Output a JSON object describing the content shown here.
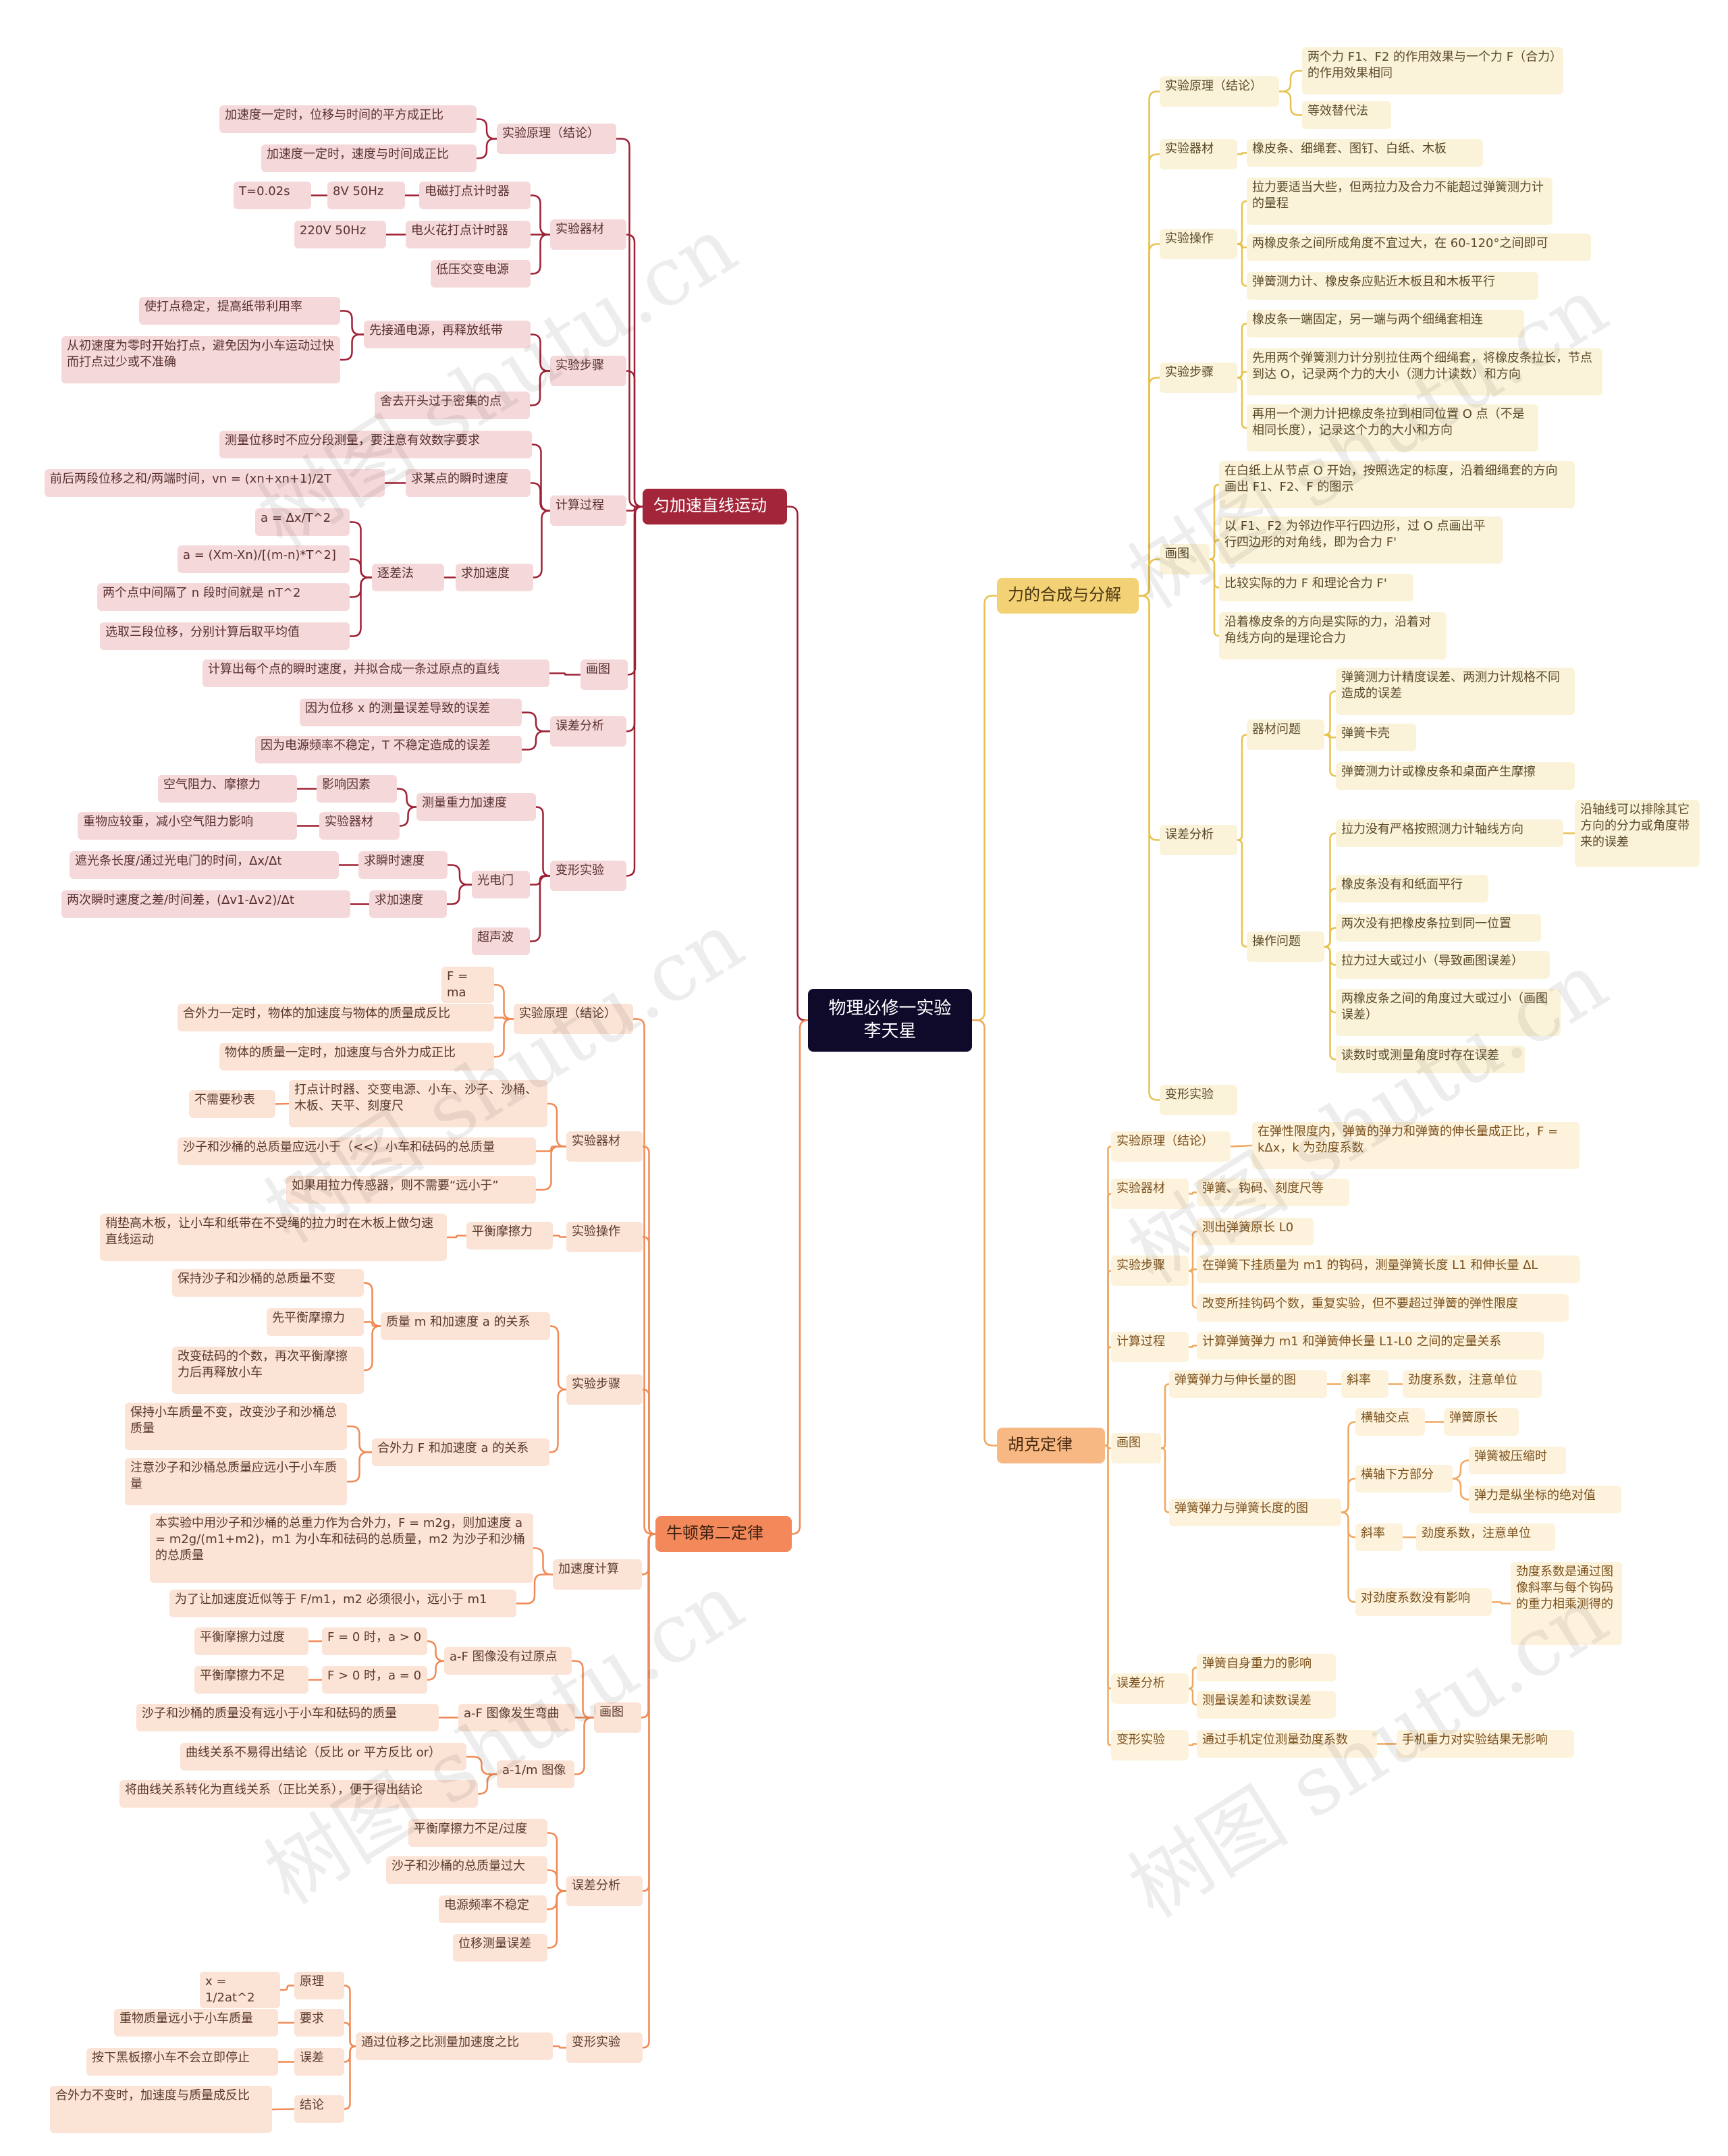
{
  "root": {
    "line1": "物理必修一实验",
    "line2": "李天星"
  },
  "watermark": "树图 shutu.cn",
  "b1": {
    "title": "匀加速直线运动",
    "s1": "实验原理（结论）",
    "s1a": "加速度一定时，位移与时间的平方成正比",
    "s1b": "加速度一定时，速度与时间成正比",
    "s2": "实验器材",
    "s2a": "电磁打点计时器",
    "s2a1": "8V 50Hz",
    "s2a2": "T=0.02s",
    "s2b": "电火花打点计时器",
    "s2b1": "220V 50Hz",
    "s2c": "低压交变电源",
    "s3": "实验步骤",
    "s3a": "先接通电源，再释放纸带",
    "s3a1": "使打点稳定，提高纸带利用率",
    "s3a2": "从初速度为零时开始打点，避免因为小车运动过快而打点过少或不准确",
    "s3b": "舍去开头过于密集的点",
    "s4": "计算过程",
    "s4a": "测量位移时不应分段测量，要注意有效数字要求",
    "s4b": "求某点的瞬时速度",
    "s4b1": "前后两段位移之和/两端时间，vn = (xn+xn+1)/2T",
    "s4c": "求加速度",
    "s4c1": "逐差法",
    "s4c1a": "a = Δx/T^2",
    "s4c1b": "a = (Xm-Xn)/[(m-n)*T^2]",
    "s4c1c": "两个点中间隔了 n 段时间就是 nT^2",
    "s4c1d": "选取三段位移，分别计算后取平均值",
    "s5": "画图",
    "s5a": "计算出每个点的瞬时速度，并拟合成一条过原点的直线",
    "s6": "误差分析",
    "s6a": "因为位移 x 的测量误差导致的误差",
    "s6b": "因为电源频率不稳定，T 不稳定造成的误差",
    "s7": "变形实验",
    "s7a": "测量重力加速度",
    "s7a1": "影响因素",
    "s7a1a": "空气阻力、摩擦力",
    "s7a2": "实验器材",
    "s7a2a": "重物应较重，减小空气阻力影响",
    "s7b": "光电门",
    "s7b1": "求瞬时速度",
    "s7b1a": "遮光条长度/通过光电门的时间，Δx/Δt",
    "s7b2": "求加速度",
    "s7b2a": "两次瞬时速度之差/时间差，(Δv1-Δv2)/Δt",
    "s7c": "超声波"
  },
  "b2": {
    "title": "牛顿第二定律",
    "s1": "实验原理（结论）",
    "s1a": "F = ma",
    "s1b": "合外力一定时，物体的加速度与物体的质量成反比",
    "s1c": "物体的质量一定时，加速度与合外力成正比",
    "s2": "实验器材",
    "s2a": "打点计时器、交变电源、小车、沙子、沙桶、木板、天平、刻度尺",
    "s2a1": "不需要秒表",
    "s2b": "沙子和沙桶的总质量应远小于（<<）小车和砝码的总质量",
    "s2c": "如果用拉力传感器，则不需要“远小于”",
    "s3": "实验操作",
    "s3a": "平衡摩擦力",
    "s3a1": "稍垫高木板，让小车和纸带在不受绳的拉力时在木板上做匀速直线运动",
    "s4": "实验步骤",
    "s4a": "质量 m 和加速度 a 的关系",
    "s4a1": "保持沙子和沙桶的总质量不变",
    "s4a2": "先平衡摩擦力",
    "s4a3": "改变砝码的个数，再次平衡摩擦力后再释放小车",
    "s4b": "合外力 F 和加速度 a 的关系",
    "s4b1": "保持小车质量不变，改变沙子和沙桶总质量",
    "s4b2": "注意沙子和沙桶总质量应远小于小车质量",
    "s5": "加速度计算",
    "s5a": "本实验中用沙子和沙桶的总重力作为合外力，F = m2g，则加速度 a = m2g/(m1+m2)，m1 为小车和砝码的总质量，m2 为沙子和沙桶的总质量",
    "s5b": "为了让加速度近似等于 F/m1，m2 必须很小，远小于 m1",
    "s6": "画图",
    "s6a": "a-F 图像没有过原点",
    "s6a1": "F = 0 时，a > 0",
    "s6a1a": "平衡摩擦力过度",
    "s6a2": "F > 0 时，a = 0",
    "s6a2a": "平衡摩擦力不足",
    "s6b": "a-F 图像发生弯曲",
    "s6b1": "沙子和沙桶的质量没有远小于小车和砝码的质量",
    "s6c": "a-1/m 图像",
    "s6c1": "曲线关系不易得出结论（反比 or 平方反比 or）",
    "s6c2": "将曲线关系转化为直线关系（正比关系），便于得出结论",
    "s7": "误差分析",
    "s7a": "平衡摩擦力不足/过度",
    "s7b": "沙子和沙桶的总质量过大",
    "s7c": "电源频率不稳定",
    "s7d": "位移测量误差",
    "s8": "变形实验",
    "s8a": "通过位移之比测量加速度之比",
    "s8a1": "原理",
    "s8a1a": "x = 1/2at^2",
    "s8a2": "要求",
    "s8a2a": "重物质量远小于小车质量",
    "s8a3": "误差",
    "s8a3a": "按下黑板擦小车不会立即停止",
    "s8a4": "结论",
    "s8a4a": "合外力不变时，加速度与质量成反比"
  },
  "b3": {
    "title": "力的合成与分解",
    "s1": "实验原理（结论）",
    "s1a": "两个力 F1、F2 的作用效果与一个力 F（合力）的作用效果相同",
    "s1b": "等效替代法",
    "s2": "实验器材",
    "s2a": "橡皮条、细绳套、图钉、白纸、木板",
    "s3": "实验操作",
    "s3a": "拉力要适当大些，但两拉力及合力不能超过弹簧测力计的量程",
    "s3b": "两橡皮条之间所成角度不宜过大，在 60-120°之间即可",
    "s3c": "弹簧测力计、橡皮条应贴近木板且和木板平行",
    "s4": "实验步骤",
    "s4a": "橡皮条一端固定，另一端与两个细绳套相连",
    "s4b": "先用两个弹簧测力计分别拉住两个细绳套，将橡皮条拉长，节点到达 O，记录两个力的大小（测力计读数）和方向",
    "s4c": "再用一个测力计把橡皮条拉到相同位置 O 点（不是相同长度），记录这个力的大小和方向",
    "s5": "画图",
    "s5a": "在白纸上从节点 O 开始，按照选定的标度，沿着细绳套的方向画出 F1、F2、F 的图示",
    "s5b": "以 F1、F2 为邻边作平行四边形，过 O 点画出平行四边形的对角线，即为合力 F'",
    "s5c": "比较实际的力 F 和理论合力 F'",
    "s5d": "沿着橡皮条的方向是实际的力，沿着对角线方向的是理论合力",
    "s6": "误差分析",
    "s6a": "器材问题",
    "s6a1": "弹簧测力计精度误差、两测力计规格不同造成的误差",
    "s6a2": "弹簧卡壳",
    "s6a3": "弹簧测力计或橡皮条和桌面产生摩擦",
    "s6b": "操作问题",
    "s6b1": "拉力没有严格按照测力计轴线方向",
    "s6b1a": "沿轴线可以排除其它方向的分力或角度带来的误差",
    "s6b2": "橡皮条没有和纸面平行",
    "s6b3": "两次没有把橡皮条拉到同一位置",
    "s6b4": "拉力过大或过小（导致画图误差）",
    "s6b5": "两橡皮条之间的角度过大或过小（画图误差）",
    "s6b6": "读数时或测量角度时存在误差",
    "s7": "变形实验"
  },
  "b4": {
    "title": "胡克定律",
    "s1": "实验原理（结论）",
    "s1a": "在弹性限度内，弹簧的弹力和弹簧的伸长量成正比，F = kΔx，k 为劲度系数",
    "s2": "实验器材",
    "s2a": "弹簧、钩码、刻度尺等",
    "s3": "实验步骤",
    "s3a": "测出弹簧原长 L0",
    "s3b": "在弹簧下挂质量为 m1 的钩码，测量弹簧长度 L1 和伸长量 ΔL",
    "s3c": "改变所挂钩码个数，重复实验，但不要超过弹簧的弹性限度",
    "s4": "计算过程",
    "s4a": "计算弹簧弹力 m1 和弹簧伸长量 L1-L0 之间的定量关系",
    "s5": "画图",
    "s5a": "弹簧弹力与伸长量的图",
    "s5a1": "斜率",
    "s5a1a": "劲度系数，注意单位",
    "s5b": "弹簧弹力与弹簧长度的图",
    "s5b1": "横轴交点",
    "s5b1a": "弹簧原长",
    "s5b2": "横轴下方部分",
    "s5b2a": "弹簧被压缩时",
    "s5b2b": "弹力是纵坐标的绝对值",
    "s5b3": "斜率",
    "s5b3a": "劲度系数，注意单位",
    "s5b4": "对劲度系数没有影响",
    "s5b4a": "劲度系数是通过图像斜率与每个钩码的重力相乘测得的",
    "s6": "误差分析",
    "s6a": "弹簧自身重力的影响",
    "s6b": "测量误差和读数误差",
    "s7": "变形实验",
    "s7a": "通过手机定位测量劲度系数",
    "s7a1": "手机重力对实验结果无影响"
  },
  "colors": {
    "b1": "#a3253a",
    "b2": "#f3885a",
    "b3": "#e8c04a",
    "b4": "#f3a65a",
    "root": "#0f0a2a"
  }
}
